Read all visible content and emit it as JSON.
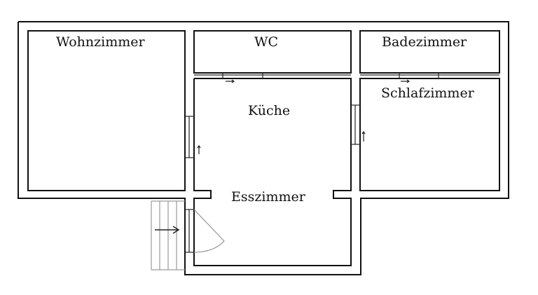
{
  "rooms": {
    "wohnzimmer": "Wohnzimmer",
    "wc": "WC",
    "badezimmer": "Badezimmer",
    "kueche": "Küche",
    "schlafzimmer": "Schlafzimmer",
    "esszimmer": "Esszimmer"
  },
  "colors": {
    "wall": "#111111",
    "stairs": "#9a9a9a",
    "door_swing": "#888888",
    "background": "#ffffff"
  }
}
